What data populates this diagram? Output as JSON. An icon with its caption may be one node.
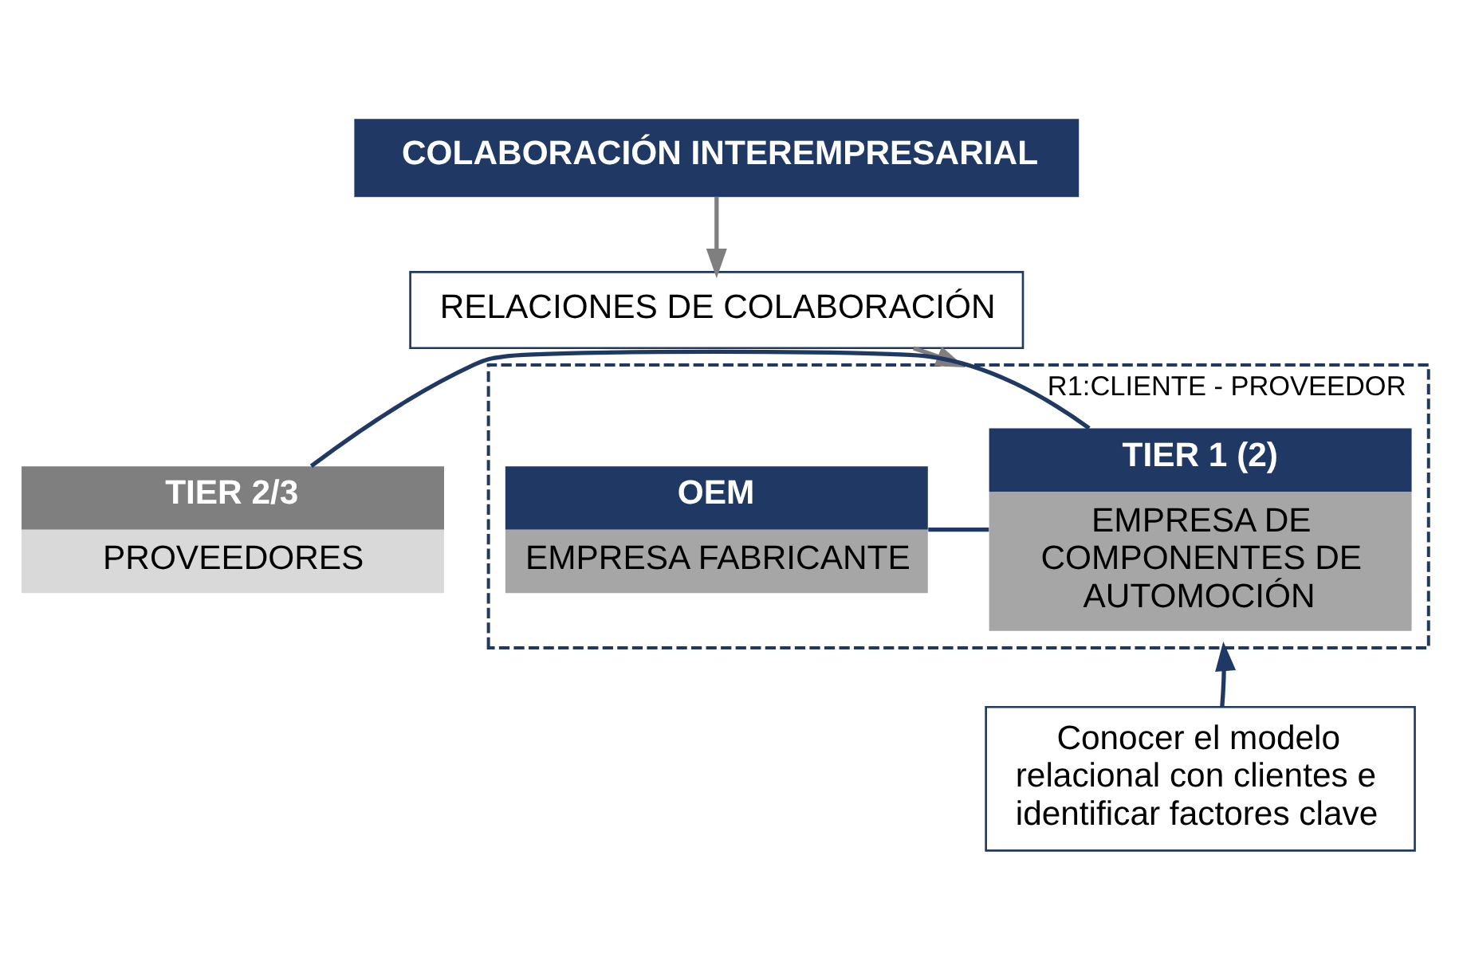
{
  "diagram": {
    "nodes": [
      {
        "text": [
          "COLABORACIÓN INTEREMPRESARIAL"
        ]
      },
      {
        "text": [
          "RELACIONES DE COLABORACIÓN"
        ]
      },
      {
        "text": [
          "R1:CLIENTE - PROVEEDOR"
        ]
      },
      {
        "text": [
          "TIER 2/3",
          "PROVEEDORES"
        ]
      },
      {
        "text": [
          "TIER 1 (2)",
          "EMPRESA DE COMPONENTES DE AUTOMOCIÓN"
        ],
        "in": 2
      },
      {
        "text": [
          "OEM",
          "EMPRESA FABRICANTE"
        ],
        "in": 2
      },
      {
        "text": [
          "Conocer el modelo relacional con clientes e identificar factores clave"
        ]
      }
    ],
    "edges": [
      {
        "from": 0,
        "to": 1,
        "arrow": "to",
        "color": "#7f7f7f"
      },
      {
        "from": 1,
        "to": 2,
        "arrow": "to",
        "color": "#7f7f7f"
      },
      {
        "from": 3,
        "to": 4,
        "arrow": "none",
        "color": "#1f3864"
      },
      {
        "from": 4,
        "to": 5,
        "arrow": "none",
        "color": "#1f3864"
      },
      {
        "from": 6,
        "to": 2,
        "arrow": "to",
        "color": "#1f3864"
      }
    ]
  }
}
